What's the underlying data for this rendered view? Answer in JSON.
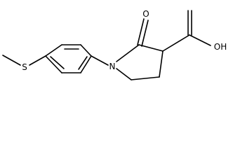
{
  "molecule": {
    "atom_labels": {
      "sulfur": "S",
      "nitrogen": "N",
      "ketone_oxygen": "O",
      "hydroxyl": "OH"
    }
  }
}
